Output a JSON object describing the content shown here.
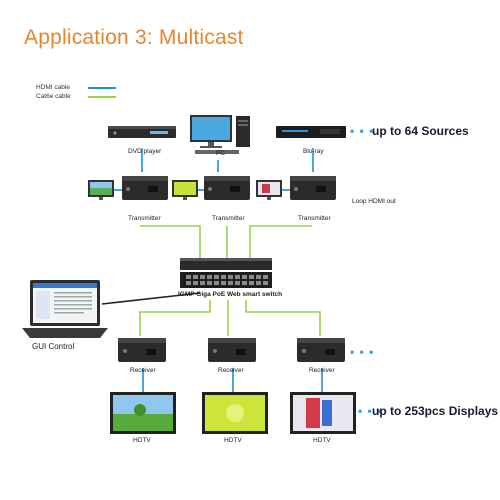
{
  "title": "Application 3: Multicast",
  "legend": {
    "hdmi": "HDMI cable",
    "cat6e": "Cat6e cable",
    "hdmi_color": "#1f8fd6",
    "cat6e_color": "#9bd14a"
  },
  "sources": {
    "dvd": "DVD player",
    "pc": "PC",
    "bluray": "Blu-ray",
    "note": "up to 64 Sources"
  },
  "transmitters": {
    "label": "Transmitter",
    "loop": "Loop HDMI out"
  },
  "switch": {
    "label": "IGMP Giga PoE Web smart switch"
  },
  "gui": {
    "label": "GUI Control"
  },
  "receivers": {
    "label": "Receiver"
  },
  "displays": {
    "note": "up to 253pcs Displays",
    "label": "HDTV"
  },
  "icons": [
    "dvd-player-icon",
    "pc-icon",
    "bluray-player-icon",
    "transmitter-icon",
    "monitor-icon",
    "switch-icon",
    "laptop-icon",
    "receiver-icon",
    "hdtv-icon"
  ]
}
